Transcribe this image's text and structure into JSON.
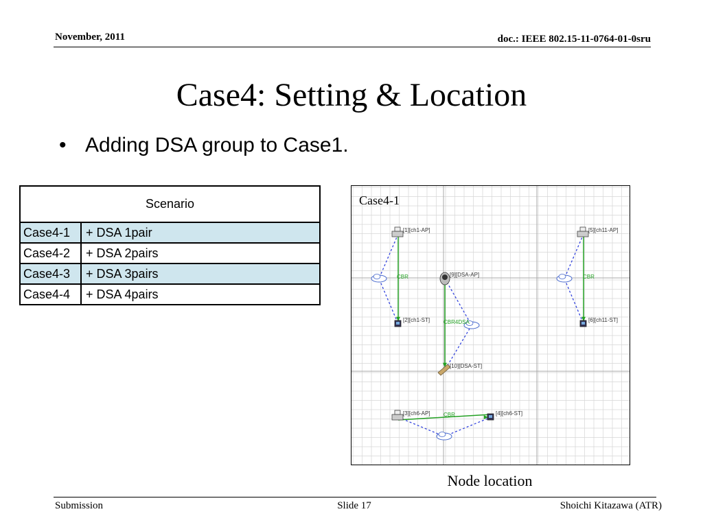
{
  "header": {
    "date": "November, 2011",
    "doc_id": "doc.: IEEE 802.15-11-0764-01-0sru"
  },
  "title": "Case4: Setting & Location",
  "bullets": [
    "Adding DSA group to Case1."
  ],
  "table": {
    "header": "Scenario",
    "rows": [
      {
        "case": "Case4-1",
        "desc": "+ DSA 1pair"
      },
      {
        "case": "Case4-2",
        "desc": "+ DSA 2pairs"
      },
      {
        "case": "Case4-3",
        "desc": "+ DSA 3pairs"
      },
      {
        "case": "Case4-4",
        "desc": "+ DSA 4pairs"
      }
    ]
  },
  "diagram": {
    "title": "Case4-1",
    "caption": "Node location",
    "nodes": [
      {
        "id": "1",
        "label": "[1][ch1-AP]",
        "kind": "ap"
      },
      {
        "id": "2",
        "label": "[2][ch1-ST]",
        "kind": "st"
      },
      {
        "id": "9",
        "label": "[9][DSA-AP]",
        "kind": "dsa-ap"
      },
      {
        "id": "10",
        "label": "[10][DSA-ST]",
        "kind": "dsa-st"
      },
      {
        "id": "5",
        "label": "[5][ch11-AP]",
        "kind": "ap"
      },
      {
        "id": "6",
        "label": "[6][ch11-ST]",
        "kind": "st"
      },
      {
        "id": "3",
        "label": "[3][ch6-AP]",
        "kind": "ap"
      },
      {
        "id": "4",
        "label": "[4][ch6-ST]",
        "kind": "st"
      }
    ],
    "flows": [
      {
        "from": "1",
        "to": "2",
        "label": "CBR"
      },
      {
        "from": "9",
        "to": "10",
        "label": "CBR4DSA"
      },
      {
        "from": "5",
        "to": "6",
        "label": "CBR"
      },
      {
        "from": "3",
        "to": "4",
        "label": "CBR"
      }
    ],
    "colors": {
      "flow": "#22a022",
      "link": "#3344dd",
      "grid": "#d6d6d6"
    }
  },
  "footer": {
    "left": "Submission",
    "center": "Slide 17",
    "right": "Shoichi Kitazawa (ATR)"
  }
}
